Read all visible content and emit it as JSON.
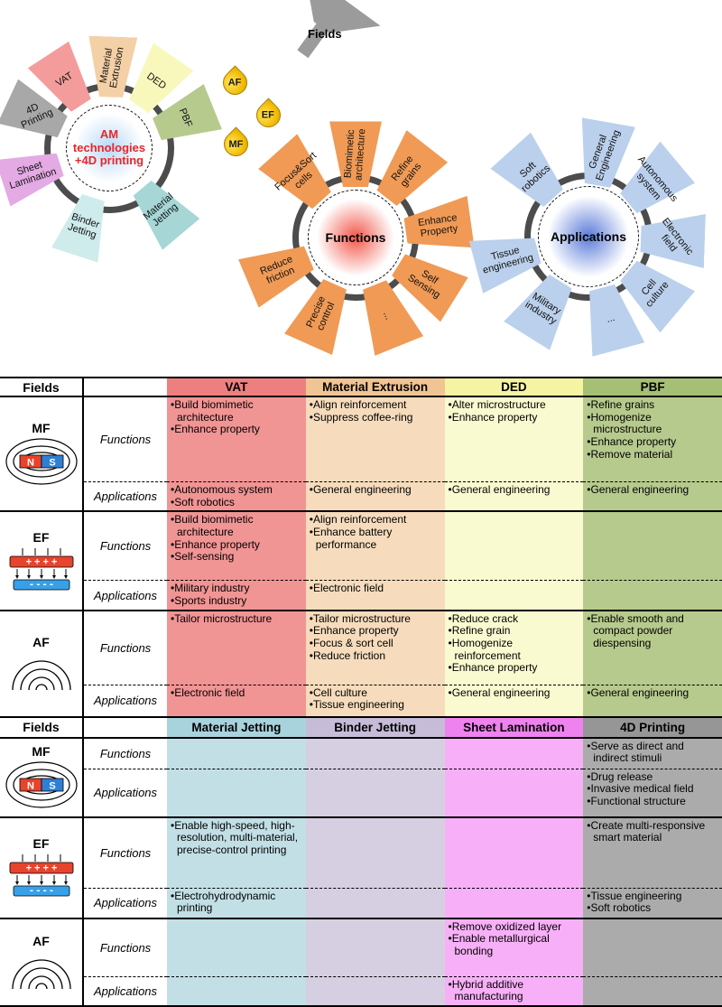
{
  "figure": {
    "wheels": [
      {
        "name": "am-technologies-wheel",
        "center_label": "AM\ntechnologies\n+4D printing",
        "center_text_color": "#e8262a",
        "center_glow_color": "#b9d8f6",
        "spokes": [
          {
            "label": "VAT",
            "color": "#f49c9c"
          },
          {
            "label": "Material\nExtrusion",
            "color": "#f4d0a6"
          },
          {
            "label": "DED",
            "color": "#f8f8bc"
          },
          {
            "label": "PBF",
            "color": "#b6ca8e"
          },
          {
            "label": "Material\nJetting",
            "color": "#a6d6d6"
          },
          {
            "label": "Binder\nJetting",
            "color": "#cfecec"
          },
          {
            "label": "Sheet\nLamination",
            "color": "#e4aae4"
          },
          {
            "label": "4D\nPrinting",
            "color": "#a8a8a8"
          }
        ]
      },
      {
        "name": "functions-wheel",
        "center_label": "Functions",
        "center_text_color": "#000000",
        "center_glow_color": "#f2574a",
        "spokes": [
          {
            "label": "Biomimetic\narchitecture",
            "color": "#f09a55"
          },
          {
            "label": "Refine\ngrains",
            "color": "#f09a55"
          },
          {
            "label": "Enhance\nProperty",
            "color": "#f09a55"
          },
          {
            "label": "Self\nSensing",
            "color": "#f09a55"
          },
          {
            "label": "...",
            "color": "#f09a55"
          },
          {
            "label": "Precise\ncontrol",
            "color": "#f09a55"
          },
          {
            "label": "Reduce\nfriction",
            "color": "#f09a55"
          },
          {
            "label": "Focus&Sort\ncells",
            "color": "#f09a55"
          }
        ]
      },
      {
        "name": "applications-wheel",
        "center_label": "Applications",
        "center_text_color": "#000000",
        "center_glow_color": "#5b7bd8",
        "spokes": [
          {
            "label": "General\nEngineering",
            "color": "#bad0ec"
          },
          {
            "label": "Autonomous\nsystem",
            "color": "#bad0ec"
          },
          {
            "label": "Electronic\nfield",
            "color": "#bad0ec"
          },
          {
            "label": "Cell\nculture",
            "color": "#bad0ec"
          },
          {
            "label": "...",
            "color": "#bad0ec"
          },
          {
            "label": "Military\nindustry",
            "color": "#bad0ec"
          },
          {
            "label": "Tissue\nengineering",
            "color": "#bad0ec"
          },
          {
            "label": "Soft\nrobotics",
            "color": "#bad0ec"
          }
        ]
      }
    ],
    "funnel": {
      "label": "Fields",
      "drops": [
        {
          "label": "AF"
        },
        {
          "label": "EF"
        },
        {
          "label": "MF"
        }
      ]
    },
    "field_icons": {
      "mf": {
        "north_label": "N",
        "south_label": "S"
      },
      "ef": {
        "positive_row": "+ + + +",
        "negative_row": "- - - -"
      }
    },
    "tables": [
      {
        "fields_header": "Fields",
        "function_row_label": "Functions",
        "application_row_label": "Applications",
        "columns": [
          {
            "label": "VAT",
            "header_color": "#ee7f7f",
            "body_color": "#f19494"
          },
          {
            "label": "Material Extrusion",
            "header_color": "#f1c493",
            "body_color": "#f6dcbc"
          },
          {
            "label": "DED",
            "header_color": "#f4f4a2",
            "body_color": "#fafad0"
          },
          {
            "label": "PBF",
            "header_color": "#a5bf74",
            "body_color": "#b7ca8d"
          }
        ],
        "blocks": [
          {
            "field": "MF",
            "icon": "mf",
            "functions": [
              [
                "Build biomimetic architecture",
                "Enhance property"
              ],
              [
                "Align reinforcement",
                "Suppress coffee-ring"
              ],
              [
                "Alter microstructure",
                "Enhance property"
              ],
              [
                "Refine grains",
                "Homogenize microstructure",
                "Enhance property",
                "Remove material"
              ]
            ],
            "applications": [
              [
                "Autonomous system",
                "Soft robotics"
              ],
              [
                "General engineering"
              ],
              [
                "General engineering"
              ],
              [
                "General engineering"
              ]
            ]
          },
          {
            "field": "EF",
            "icon": "ef",
            "functions": [
              [
                "Build biomimetic architecture",
                "Enhance property",
                "Self-sensing"
              ],
              [
                "Align reinforcement",
                "Enhance battery performance"
              ],
              [],
              []
            ],
            "applications": [
              [
                "Military industry",
                "Sports industry"
              ],
              [
                "Electronic field"
              ],
              [],
              []
            ]
          },
          {
            "field": "AF",
            "icon": "af",
            "functions": [
              [
                "Tailor microstructure"
              ],
              [
                "Tailor microstructure",
                "Enhance property",
                "Focus & sort cell",
                "Reduce friction"
              ],
              [
                "Reduce crack",
                "Refine grain",
                "Homogenize reinforcement",
                "Enhance property"
              ],
              [
                "Enable smooth and compact powder diespensing"
              ]
            ],
            "applications": [
              [
                "Electronic field"
              ],
              [
                "Cell culture",
                "Tissue engineering"
              ],
              [
                "General engineering"
              ],
              [
                "General engineering"
              ]
            ]
          }
        ]
      },
      {
        "fields_header": "Fields",
        "function_row_label": "Functions",
        "application_row_label": "Applications",
        "columns": [
          {
            "label": "Material Jetting",
            "header_color": "#a8d3dd",
            "body_color": "#c2dfe6"
          },
          {
            "label": "Binder Jetting",
            "header_color": "#c6bcd8",
            "body_color": "#d6cfe2"
          },
          {
            "label": "Sheet Lamination",
            "header_color": "#ee82ee",
            "body_color": "#f7b0f7"
          },
          {
            "label": "4D Printing",
            "header_color": "#969696",
            "body_color": "#ababab"
          }
        ],
        "blocks": [
          {
            "field": "MF",
            "icon": "mf",
            "functions": [
              [],
              [],
              [],
              [
                "Serve as direct and indirect stimuli"
              ]
            ],
            "applications": [
              [],
              [],
              [],
              [
                "Drug release",
                "Invasive medical field",
                "Functional structure"
              ]
            ]
          },
          {
            "field": "EF",
            "icon": "ef",
            "functions": [
              [
                "Enable high-speed, high-resolution, multi-material, precise-control printing"
              ],
              [],
              [],
              [
                "Create multi-responsive smart material"
              ]
            ],
            "applications": [
              [
                "Electrohydrodynamic printing"
              ],
              [],
              [],
              [
                "Tissue engineering",
                "Soft robotics"
              ]
            ]
          },
          {
            "field": "AF",
            "icon": "af",
            "functions": [
              [],
              [],
              [
                "Remove oxidized layer",
                "Enable metallurgical bonding"
              ],
              []
            ],
            "applications": [
              [],
              [],
              [
                "Hybrid additive manufacturing"
              ],
              []
            ]
          }
        ]
      }
    ]
  }
}
